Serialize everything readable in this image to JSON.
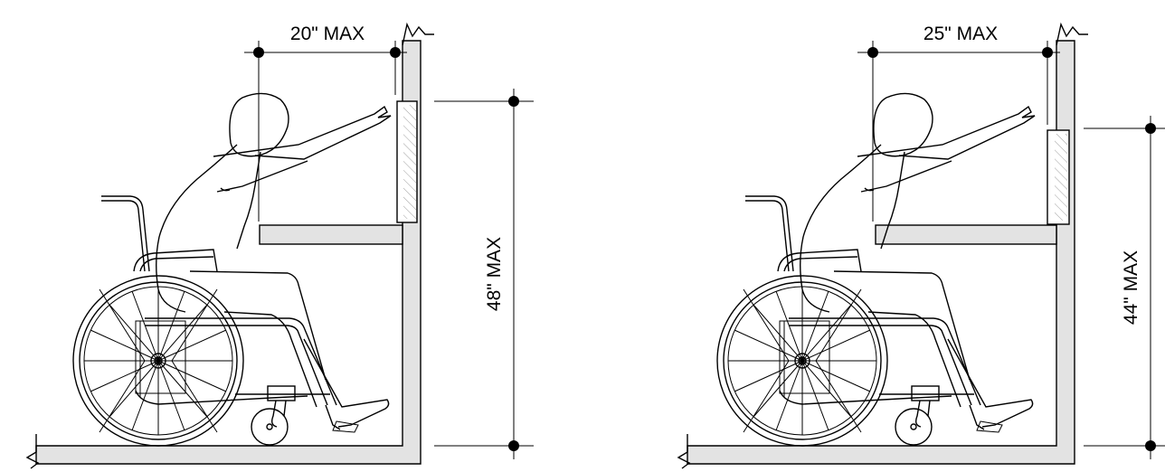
{
  "panels": [
    {
      "id": "left",
      "reach_label": "20\" MAX",
      "height_label": "48\" MAX"
    },
    {
      "id": "right",
      "reach_label": "25\" MAX",
      "height_label": "44\" MAX"
    }
  ],
  "colors": {
    "wall_fill": "#e3e3e3",
    "line": "#000000",
    "background": "#ffffff"
  }
}
